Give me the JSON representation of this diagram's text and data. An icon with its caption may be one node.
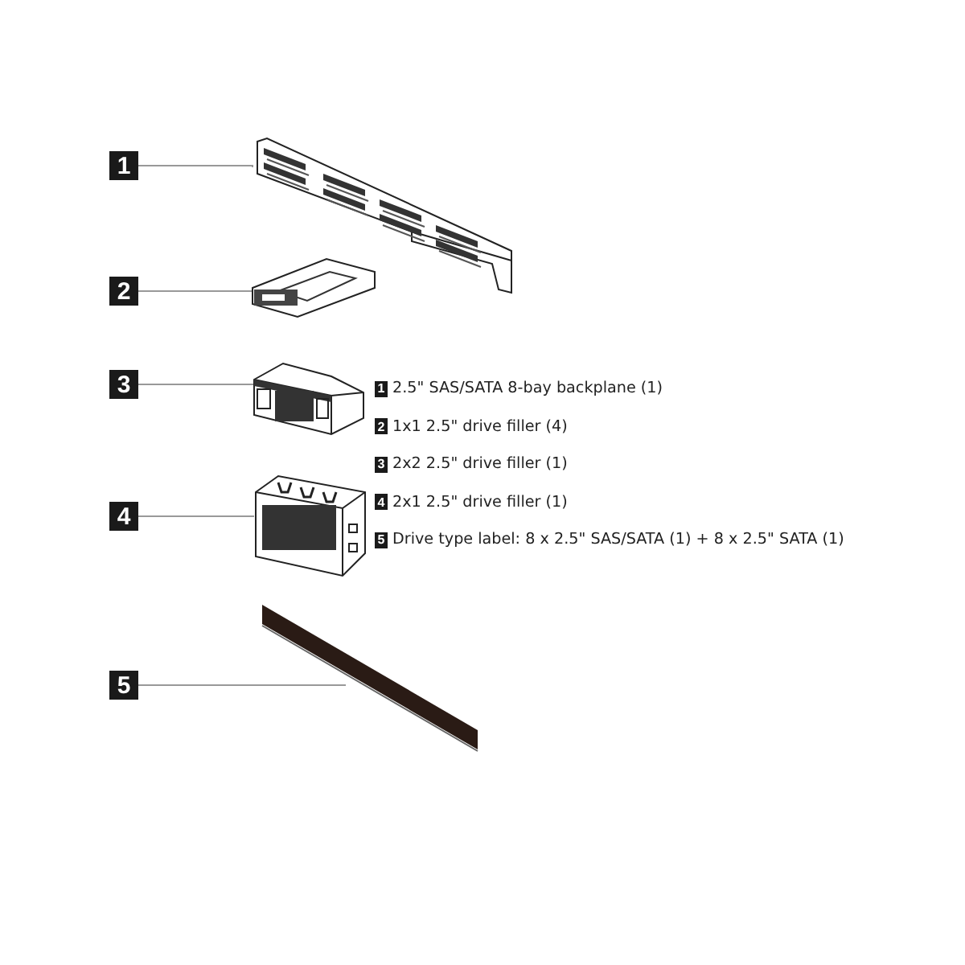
{
  "diagram": {
    "nodes": [
      {
        "text": [
          "1"
        ]
      },
      {
        "text": [
          "2"
        ]
      },
      {
        "text": [
          "3"
        ]
      },
      {
        "text": [
          "4"
        ]
      },
      {
        "text": [
          "5"
        ]
      },
      {
        "text": [],
        "shape": "picture"
      },
      {
        "text": [],
        "shape": "picture"
      },
      {
        "text": [],
        "shape": "picture"
      },
      {
        "text": [],
        "shape": "picture"
      },
      {
        "text": [],
        "shape": "picture"
      }
    ],
    "edges": [
      {
        "from": 0,
        "to": 5,
        "arrow": "none"
      },
      {
        "from": 1,
        "to": 6,
        "arrow": "none"
      },
      {
        "from": 2,
        "to": 7,
        "arrow": "none"
      },
      {
        "from": 3,
        "to": 8,
        "arrow": "none"
      },
      {
        "from": 4,
        "to": 9,
        "arrow": "none"
      }
    ],
    "labels": [
      "1",
      "2.5\" SAS/SATA 8-bay backplane (1)",
      "2",
      "1x1 2.5\" drive filler (4)",
      "3",
      "2x2 2.5\" drive filler (1)",
      "4",
      "2x1 2.5\" drive filler (1)",
      "5",
      "Drive type label: 8 x 2.5\" SAS/SATA (1) + 8 x 2.5\" SATA (1)"
    ]
  }
}
